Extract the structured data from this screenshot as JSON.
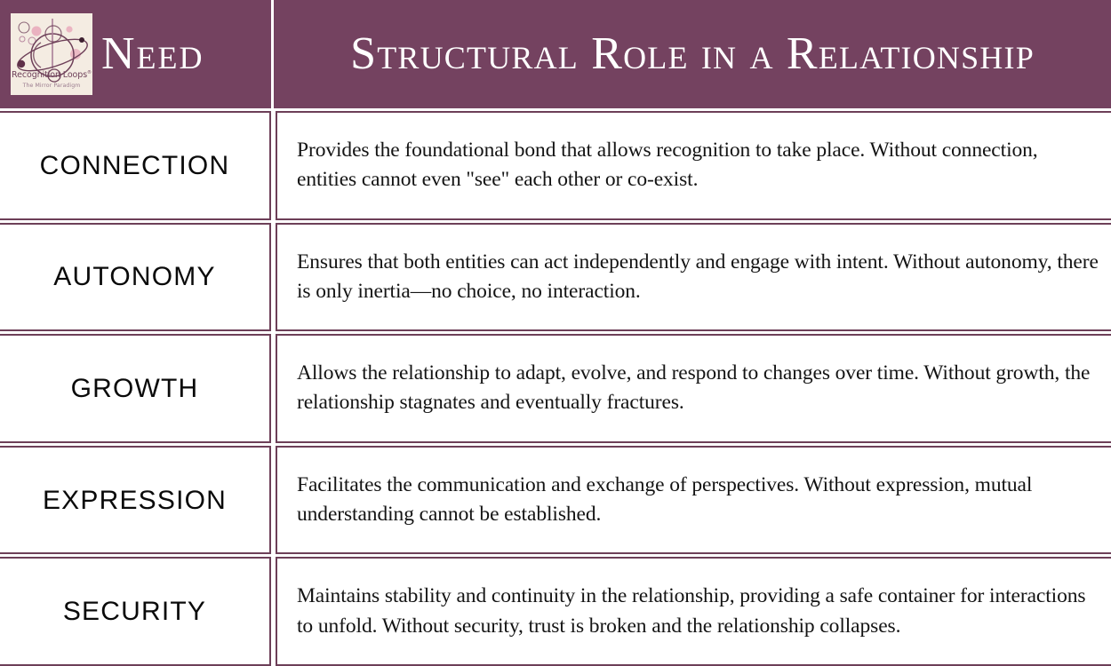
{
  "colors": {
    "header_background": "#744260",
    "border": "#6d3f58",
    "logo_background": "#f4ece2",
    "logo_ink": "#6d3f58",
    "logo_accent_pink": "#e8a8ba",
    "page_background": "#ffffff",
    "header_text": "#ffffff",
    "body_text": "#141414"
  },
  "logo": {
    "name": "recognition-loops-logo",
    "wordmark": "Recognition Loops",
    "registered_mark": "®",
    "tagline": "The Mirror Paradigm"
  },
  "header": {
    "need_label": "Need",
    "role_label": "Structural Role in a Relationship"
  },
  "rows": [
    {
      "need": "CONNECTION",
      "role": "Provides the foundational bond that allows recognition to take place. Without connection, entities cannot even \"see\" each other or co-exist."
    },
    {
      "need": "AUTONOMY",
      "role": "Ensures that both entities can act independently and engage with intent. Without autonomy, there is only inertia—no choice, no interaction."
    },
    {
      "need": "GROWTH",
      "role": "Allows the relationship to adapt, evolve, and respond to changes over time. Without growth, the relationship stagnates and eventually fractures."
    },
    {
      "need": "EXPRESSION",
      "role": "Facilitates the communication and exchange of perspectives. Without expression, mutual understanding cannot be established."
    },
    {
      "need": "SECURITY",
      "role": "Maintains stability and continuity in the relationship, providing a safe container for interactions to unfold. Without security, trust is broken and the relationship collapses."
    }
  ]
}
